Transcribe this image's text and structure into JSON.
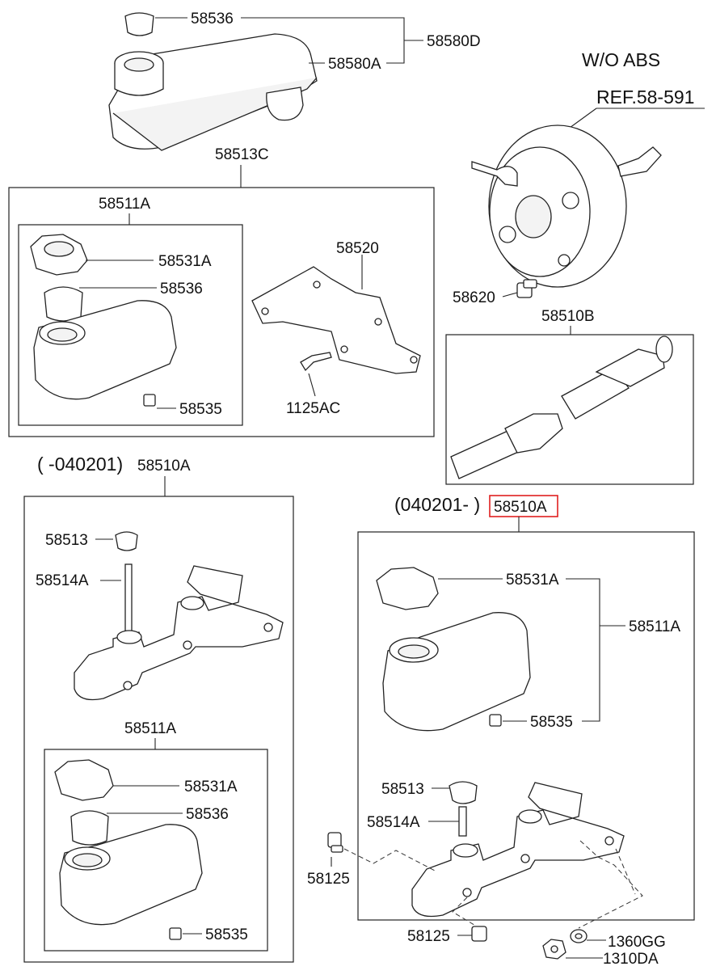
{
  "labels": {
    "res_cap_top": "58536",
    "res_assy_top": "58580D",
    "res_body_top": "58580A",
    "wo_abs": "W/O ABS",
    "ref_booster": "REF.58-591",
    "kit_box": "58513C",
    "res_group_a": "58511A",
    "cap_a": "58531A",
    "seal_a": "58536",
    "bracket": "58520",
    "pin_a": "58535",
    "bolt": "1125AC",
    "fitting": "58620",
    "piston_kit": "58510B",
    "range_old": "( -040201)",
    "mc_old": "58510A",
    "range_new": "(040201- )",
    "mc_new": "58510A",
    "grommet_old": "58513",
    "pin_old": "58514A",
    "res_group_b": "58511A",
    "cap_b": "58531A",
    "seal_b": "58536",
    "pin_b": "58535",
    "cap_c": "58531A",
    "res_group_c": "58511A",
    "pin_c": "58535",
    "grommet_new": "58513",
    "pin_new": "58514A",
    "plug_left": "58125",
    "plug_bottom": "58125",
    "washer": "1360GG",
    "nut": "1310DA"
  },
  "colors": {
    "highlight": "#e02020",
    "line": "#222222"
  }
}
